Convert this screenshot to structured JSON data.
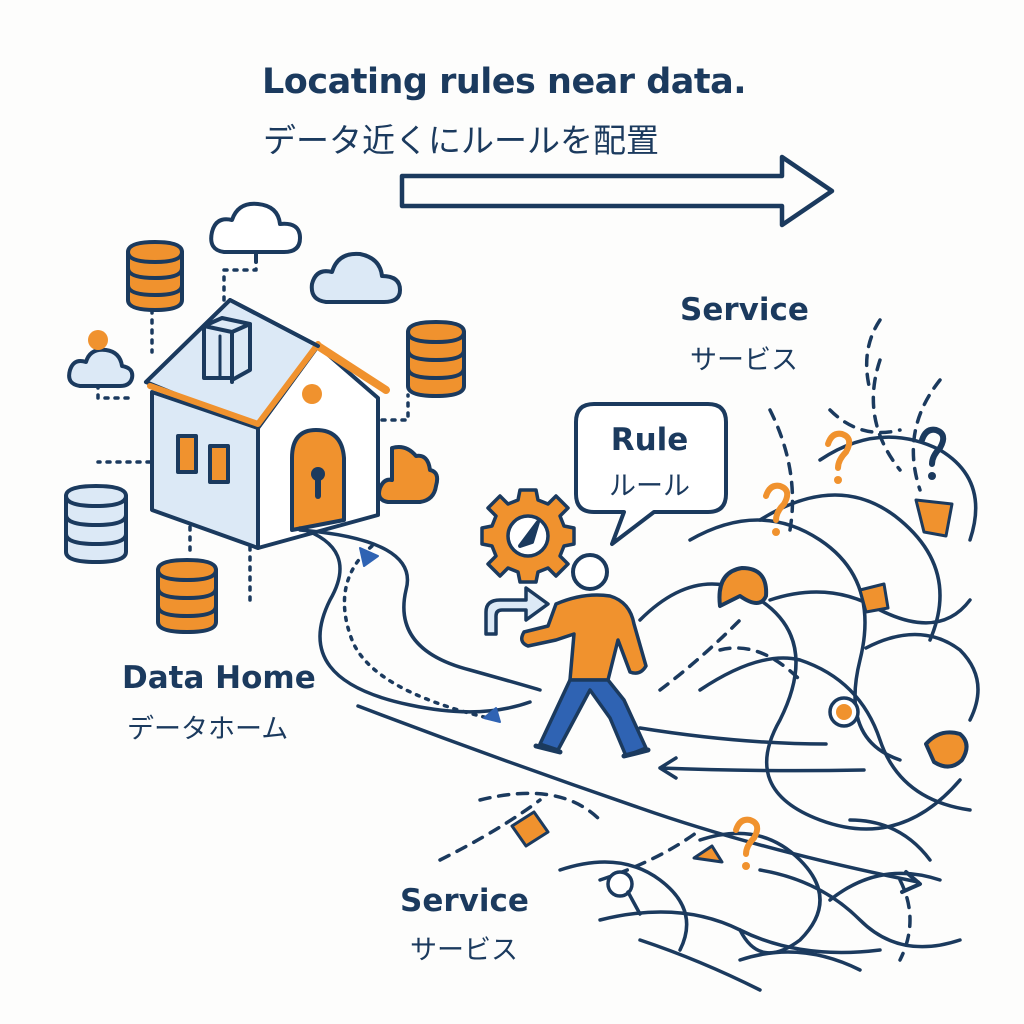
{
  "title": {
    "english": "Locating rules near data.",
    "japanese": "データ近くにルールを配置"
  },
  "labels": {
    "service_top_en": "Service",
    "service_top_jp": "サービス",
    "rule_en": "Rule",
    "rule_jp": "ルール",
    "data_home_en": "Data Home",
    "data_home_jp": "データホーム",
    "service_bottom_en": "Service",
    "service_bottom_jp": "サービス"
  },
  "colors": {
    "navy": "#1b3a5e",
    "orange": "#f0922e",
    "light_blue": "#dce9f6",
    "blue": "#2f63b3",
    "background": "#fdfdfc"
  },
  "icons": [
    "house-icon",
    "database-icon",
    "cloud-icon",
    "gear-icon",
    "person-walking-icon",
    "speech-bubble-icon",
    "question-mark-icon",
    "arrow-icon"
  ]
}
